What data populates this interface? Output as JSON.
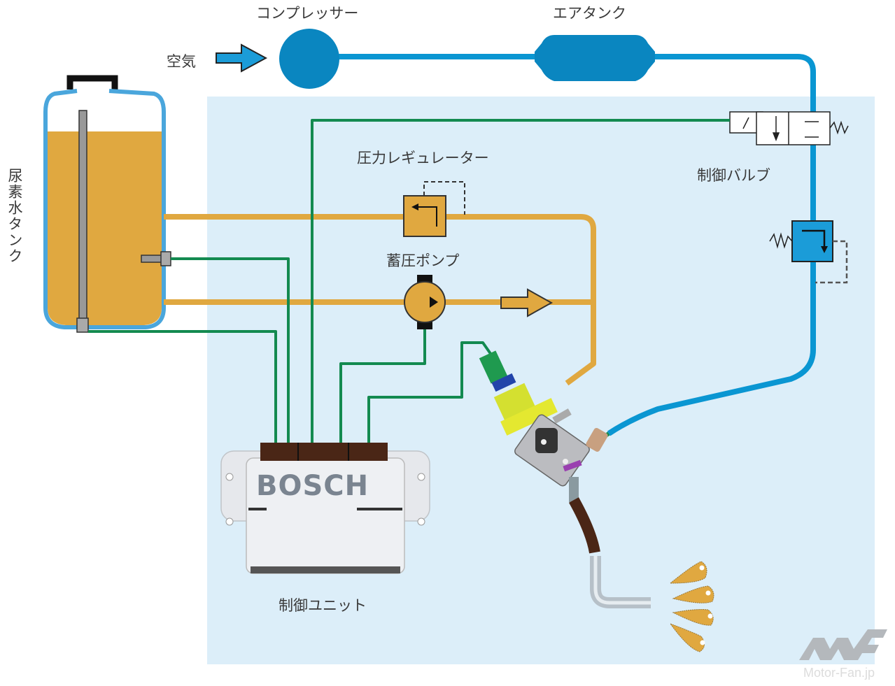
{
  "diagram": {
    "title": "尿素SCRシステム構成図",
    "colors": {
      "air_line": "#0a96d2",
      "urea_line": "#e0a840",
      "signal_line": "#138a50",
      "panel_bg": "#dceef9",
      "tank_outline": "#4aa6dc",
      "urea_fluid": "#e0a840",
      "ecu_connector": "#4a2616"
    },
    "labels": {
      "air": "空気",
      "compressor": "コンプレッサー",
      "air_tank": "エアタンク",
      "urea_tank": "尿素水タンク",
      "pressure_regulator": "圧力レギュレーター",
      "accumulator_pump": "蓄圧ポンプ",
      "control_valve": "制御バルブ",
      "control_unit": "制御ユニット",
      "ecu_brand": "BOSCH"
    },
    "watermark": {
      "logo": "MF",
      "site": "Motor-Fan.jp"
    }
  }
}
